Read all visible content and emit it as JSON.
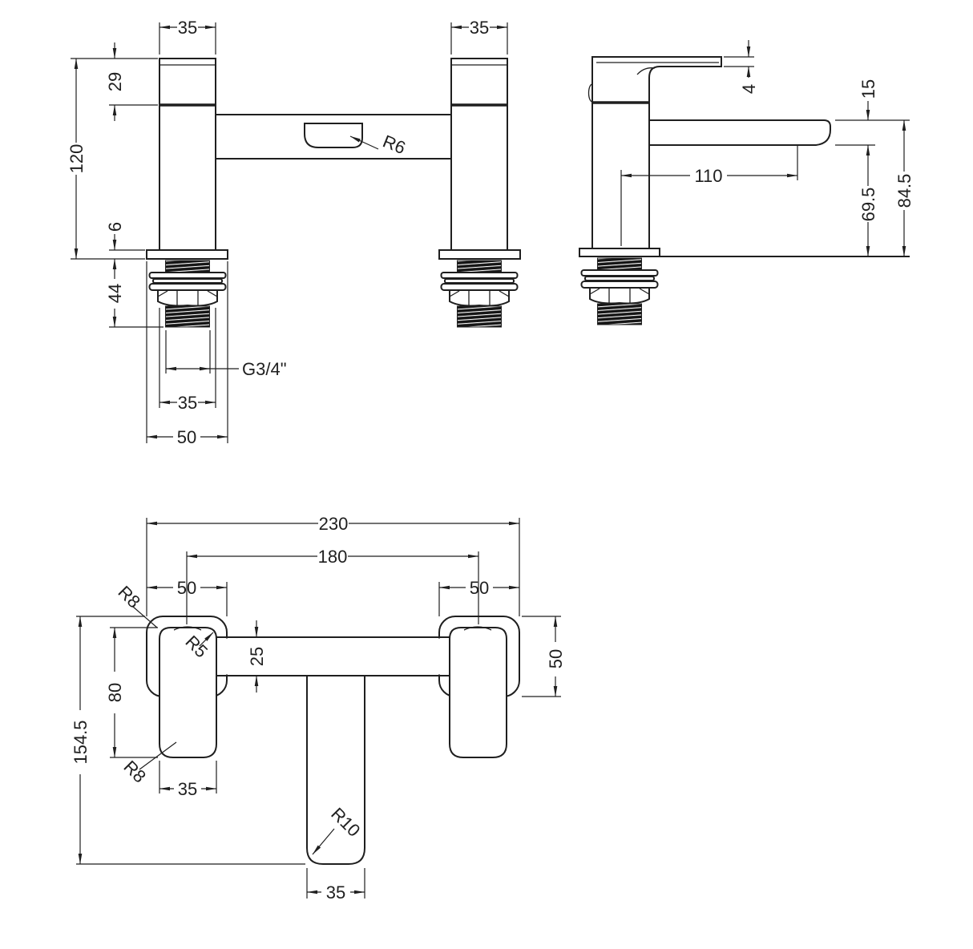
{
  "drawing": {
    "type": "technical-dimension-drawing",
    "subject": "deck-mounted bath filler tap, three orthographic views",
    "colors": {
      "line": "#1f1f1f",
      "background": "#ffffff"
    }
  },
  "front": {
    "body_width_left": "35",
    "body_width_right": "35",
    "cap_height": "29",
    "overall_height": "120",
    "base_plate_thickness": "6",
    "tail_length": "44",
    "thread_size": "G3/4\"",
    "thread_width": "35",
    "base_plate_width": "50",
    "slot_radius": "R6"
  },
  "side": {
    "lever_thickness": "4",
    "spout_thickness": "15",
    "spout_reach": "110",
    "spout_underside_height": "69.5",
    "spout_top_height": "84.5"
  },
  "plan": {
    "overall_width": "230",
    "inlet_centres": "180",
    "pad_width_left": "50",
    "pad_width_right": "50",
    "pad_corner_radius": "R8",
    "handle_front_radius": "R5",
    "bar_width": "25",
    "handle_length": "80",
    "pad_depth": "50",
    "handle_corner_radius": "R8",
    "handle_width": "35",
    "overall_depth": "154.5",
    "spout_end_radius": "R10",
    "spout_width": "35"
  }
}
